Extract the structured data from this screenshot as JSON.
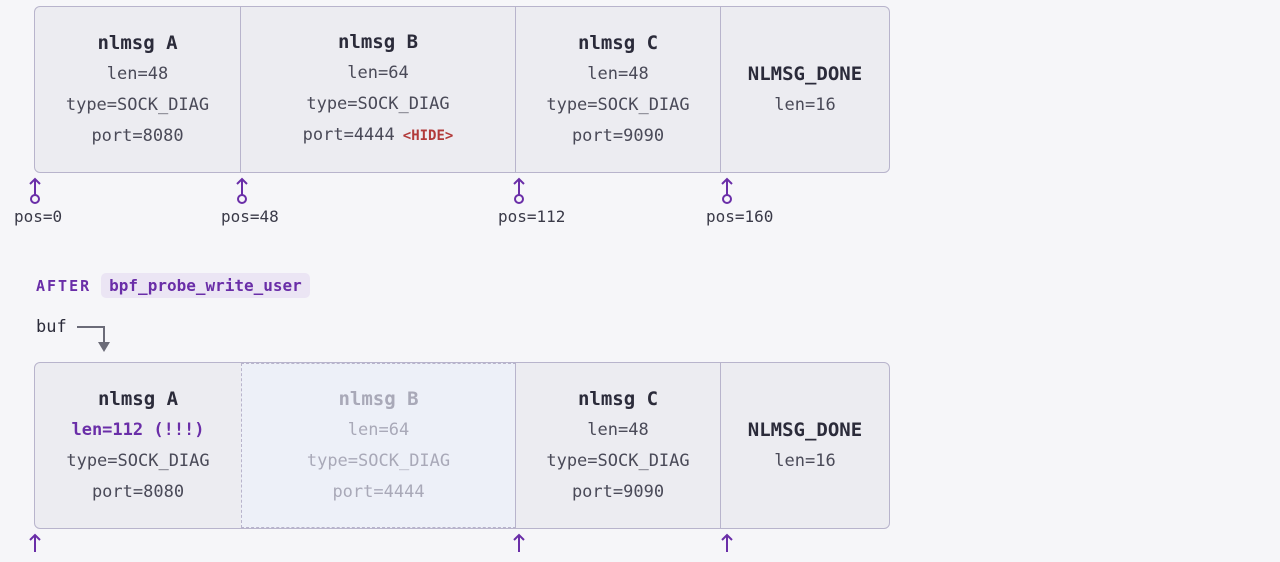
{
  "before": {
    "cells": [
      {
        "name": "nlmsg A",
        "lines": [
          "len=48",
          "type=SOCK_DIAG",
          "port=8080"
        ]
      },
      {
        "name": "nlmsg B",
        "lines": [
          "len=64",
          "type=SOCK_DIAG",
          "port=4444"
        ],
        "tag": "<HIDE>"
      },
      {
        "name": "nlmsg C",
        "lines": [
          "len=48",
          "type=SOCK_DIAG",
          "port=9090"
        ]
      },
      {
        "name": "NLMSG_DONE",
        "lines": [
          "len=16"
        ]
      }
    ],
    "positions": [
      "pos=0",
      "pos=48",
      "pos=112",
      "pos=160"
    ]
  },
  "after_label": "AFTER",
  "function_name": "bpf_probe_write_user",
  "buf_label": "buf",
  "after": {
    "cells": [
      {
        "name": "nlmsg A",
        "lines": [
          "len=112 (!!!)",
          "type=SOCK_DIAG",
          "port=8080"
        ]
      },
      {
        "name": "nlmsg B",
        "lines": [
          "len=64",
          "type=SOCK_DIAG",
          "port=4444"
        ]
      },
      {
        "name": "nlmsg C",
        "lines": [
          "len=48",
          "type=SOCK_DIAG",
          "port=9090"
        ]
      },
      {
        "name": "NLMSG_DONE",
        "lines": [
          "len=16"
        ]
      }
    ]
  },
  "colors": {
    "accent": "#6a2ea8",
    "hide": "#b23a3a",
    "border": "#b8b4cc"
  }
}
